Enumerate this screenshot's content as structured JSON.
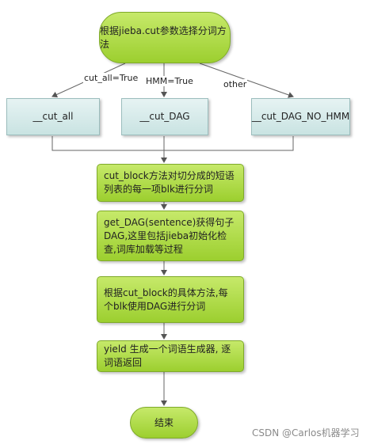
{
  "nodes": {
    "start": "根据jieba.cut参数选择分词方法",
    "cut_all": "__cut_all",
    "cut_dag": "__cut_DAG",
    "cut_dag_no_hmm": "__cut_DAG_NO_HMM",
    "cut_block": "cut_block方法对切分成的短语列表的每一项blk进行分词",
    "get_dag": "get_DAG(sentence)获得句子DAG,这里包括jieba初始化检查,词库加载等过程",
    "per_blk": "根据cut_block的具体方法,每个blk使用DAG进行分词",
    "yield": "yield 生成一个词语生成器, 逐词语返回",
    "end": "结束"
  },
  "edge_labels": {
    "cut_all": "cut_all=True",
    "hmm": "HMM=True",
    "other": "other"
  },
  "watermark": "CSDN @Carlos机器学习"
}
